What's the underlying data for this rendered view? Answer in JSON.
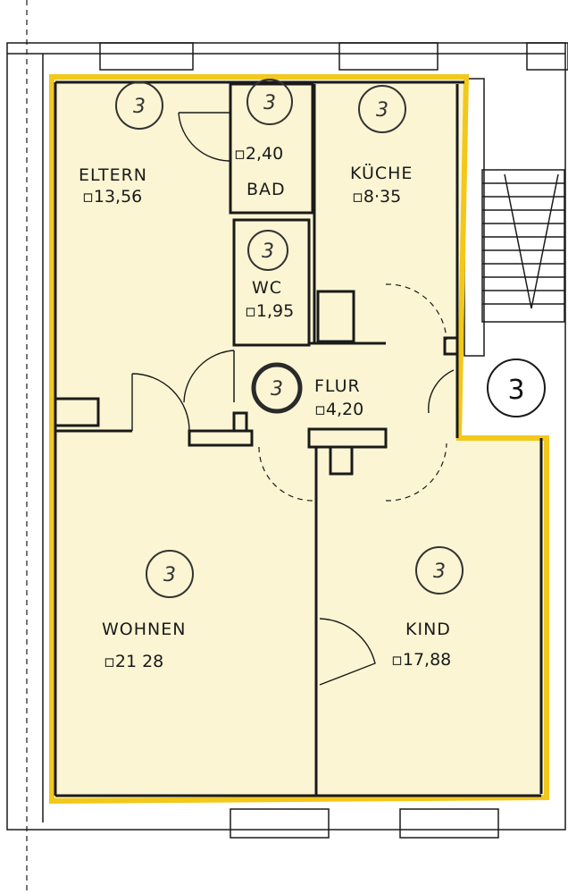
{
  "colors": {
    "highlight_fill": "#fbf5d3",
    "highlight_stroke": "#f2c81b",
    "wall": "#1a1a1a",
    "background": "#ffffff"
  },
  "rooms": {
    "eltern": {
      "name": "ELTERN",
      "area": "▫13,56",
      "circle": "3"
    },
    "bad": {
      "name": "BAD",
      "area": "▫2,40",
      "circle": "3"
    },
    "kueche": {
      "name": "KÜCHE",
      "area": "▫8·35",
      "circle": "3"
    },
    "wc": {
      "name": "WC",
      "area": "▫1,95",
      "circle": "3"
    },
    "flur": {
      "name": "FLUR",
      "area": "▫4,20",
      "circle": "3"
    },
    "wohnen": {
      "name": "WOHNEN",
      "area": "▫21 28",
      "circle": "3"
    },
    "kind": {
      "name": "KIND",
      "area": "▫17,88",
      "circle": "3"
    }
  },
  "stairwell": {
    "circle": "3"
  }
}
